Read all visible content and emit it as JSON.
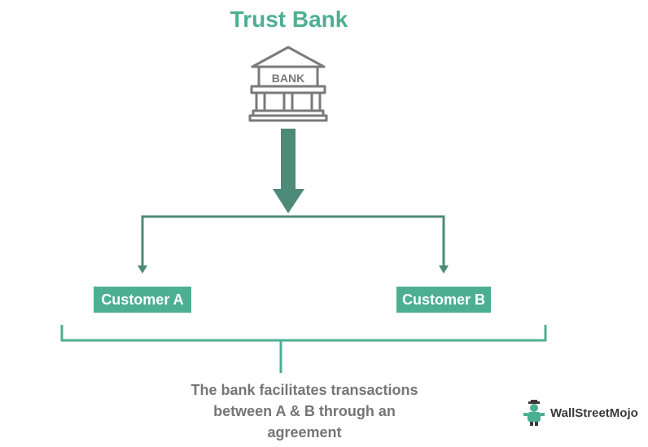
{
  "title": "Trust Bank",
  "bank_icon_text": "BANK",
  "customer_a": "Customer A",
  "customer_b": "Customer B",
  "caption_lines": [
    "The bank facilitates transactions",
    "between A & B through an",
    "agreement"
  ],
  "logo_text": "WallStreetMojo",
  "colors": {
    "accent": "#4daf92",
    "arrow_dark": "#4d8a78",
    "icon_gray": "#7a7a7a",
    "caption_gray": "#757575"
  }
}
